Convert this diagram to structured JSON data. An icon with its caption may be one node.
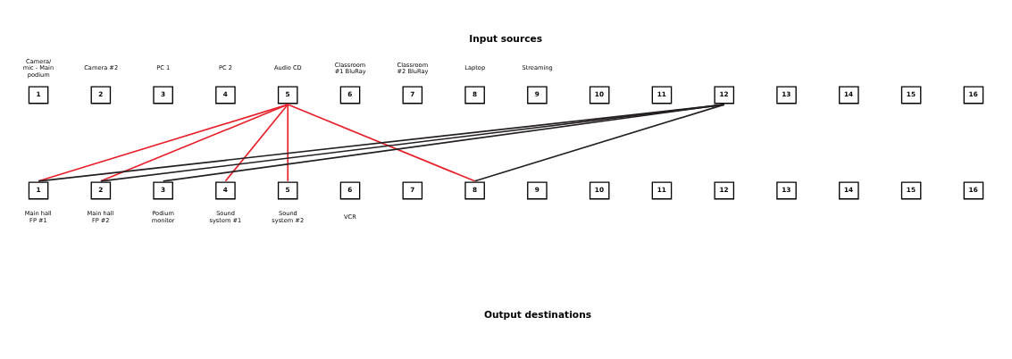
{
  "diagram": {
    "title": "Input sources",
    "caption": "Output destinations",
    "nodes": [
      {
        "text": [
          "1"
        ],
        "beside": [
          "Camera/ mic - Main podium"
        ]
      },
      {
        "text": [
          "2"
        ],
        "beside": [
          "Camera #2"
        ]
      },
      {
        "text": [
          "3"
        ],
        "beside": [
          "PC 1"
        ]
      },
      {
        "text": [
          "4"
        ],
        "beside": [
          "PC 2"
        ]
      },
      {
        "text": [
          "5"
        ],
        "beside": [
          "Audio CD"
        ]
      },
      {
        "text": [
          "6"
        ],
        "beside": [
          "Classroom #1 BluRay"
        ]
      },
      {
        "text": [
          "7"
        ],
        "beside": [
          "Classroom #2 BluRay"
        ]
      },
      {
        "text": [
          "8"
        ],
        "beside": [
          "Laptop"
        ]
      },
      {
        "text": [
          "9"
        ],
        "beside": [
          "Streaming"
        ]
      },
      {
        "text": [
          "10"
        ]
      },
      {
        "text": [
          "11"
        ]
      },
      {
        "text": [
          "12"
        ]
      },
      {
        "text": [
          "13"
        ]
      },
      {
        "text": [
          "14"
        ]
      },
      {
        "text": [
          "15"
        ]
      },
      {
        "text": [
          "16"
        ]
      },
      {
        "text": [
          "1"
        ],
        "beside": [
          "Main hall FP #1"
        ]
      },
      {
        "text": [
          "2"
        ],
        "beside": [
          "Main hall FP #2"
        ]
      },
      {
        "text": [
          "3"
        ],
        "beside": [
          "Podium monitor"
        ]
      },
      {
        "text": [
          "4"
        ],
        "beside": [
          "Sound system #1"
        ]
      },
      {
        "text": [
          "5"
        ],
        "beside": [
          "Sound system #2"
        ]
      },
      {
        "text": [
          "6"
        ],
        "beside": [
          "VCR"
        ]
      },
      {
        "text": [
          "7"
        ]
      },
      {
        "text": [
          "8"
        ]
      },
      {
        "text": [
          "9"
        ]
      },
      {
        "text": [
          "10"
        ]
      },
      {
        "text": [
          "11"
        ]
      },
      {
        "text": [
          "12"
        ]
      },
      {
        "text": [
          "13"
        ]
      },
      {
        "text": [
          "14"
        ]
      },
      {
        "text": [
          "15"
        ]
      },
      {
        "text": [
          "16"
        ]
      }
    ],
    "edges": [
      {
        "from": 4,
        "to": 16,
        "arrow": "none",
        "color": "#e8202a"
      },
      {
        "from": 4,
        "to": 17,
        "arrow": "none",
        "color": "#e8202a"
      },
      {
        "from": 4,
        "to": 19,
        "arrow": "none",
        "color": "#e8202a"
      },
      {
        "from": 4,
        "to": 20,
        "arrow": "none",
        "color": "#e8202a"
      },
      {
        "from": 4,
        "to": 23,
        "arrow": "none",
        "color": "#e8202a"
      },
      {
        "from": 11,
        "to": 16,
        "arrow": "none",
        "color": "#231f20"
      },
      {
        "from": 11,
        "to": 17,
        "arrow": "none",
        "color": "#231f20"
      },
      {
        "from": 11,
        "to": 18,
        "arrow": "none",
        "color": "#231f20"
      },
      {
        "from": 11,
        "to": 23,
        "arrow": "none",
        "color": "#231f20"
      }
    ]
  }
}
